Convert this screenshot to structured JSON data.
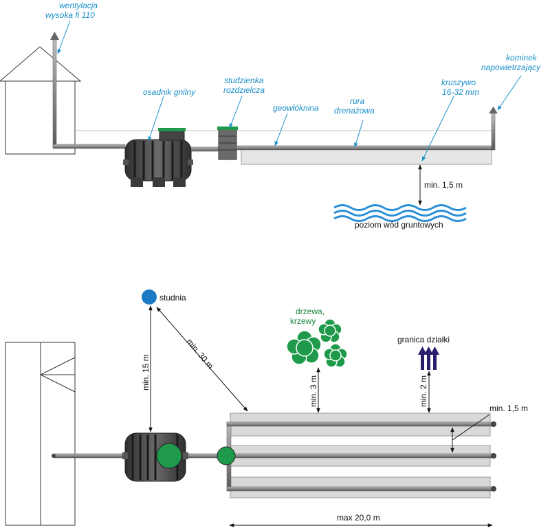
{
  "side_view": {
    "labels": {
      "ventilation_line1": "wentylacja",
      "ventilation_line2": "wysoka fi 110",
      "septic_tank": "osadnik gnilny",
      "distribution_well_line1": "studzienka",
      "distribution_well_line2": "rozdzielcza",
      "geotextile": "geowłóknina",
      "drain_pipe_line1": "rura",
      "drain_pipe_line2": "drenażowa",
      "aggregate_line1": "kruszywo",
      "aggregate_line2": "16-32 mm",
      "vent_chimney_line1": "kominek",
      "vent_chimney_line2": "napowietrzający",
      "groundwater_distance": "min. 1,5 m",
      "groundwater_level": "poziom wód gruntowych"
    }
  },
  "plan_view": {
    "labels": {
      "well": "studnia",
      "trees_line1": "drzewa,",
      "trees_line2": "krzewy",
      "plot_boundary": "granica działki",
      "dist_well_vertical": "min. 15 m",
      "dist_well_diagonal": "min. 30 m",
      "dist_trees": "min. 3 m",
      "dist_boundary": "min. 2 m",
      "dist_between_drains": "min. 1,5 m",
      "max_length": "max 20,0 m"
    }
  },
  "colors": {
    "label_blue": "#1a8fc9",
    "pipe_gray": "#777777",
    "tank_dark": "#4a4a4a",
    "lid_green": "#1e9a4a",
    "tree_green": "#1e9a4a",
    "water_blue": "#2a8fd6",
    "boundary_purple": "#2b1d6b",
    "well_blue": "#1a7ac4",
    "trench_gray": "#d9d9d9"
  }
}
